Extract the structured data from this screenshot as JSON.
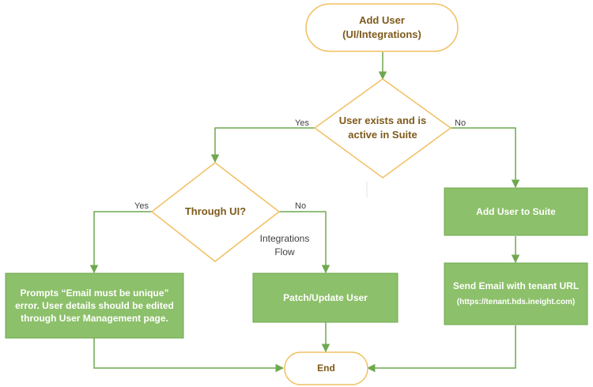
{
  "flowchart": {
    "start": {
      "line1": "Add User",
      "line2": "(UI/Integrations)"
    },
    "decision_exists": {
      "line1": "User exists and is",
      "line2": "active in Suite"
    },
    "label_yes_exists": "Yes",
    "label_no_exists": "No",
    "decision_ui": {
      "text": "Through UI?"
    },
    "label_yes_ui": "Yes",
    "label_no_ui": "No",
    "integrations_note": {
      "line1": "Integrations",
      "line2": "Flow"
    },
    "add_user_suite": "Add User to Suite",
    "send_email": {
      "line1": "Send Email with tenant URL",
      "line2": "(https://tenant.hds.ineight.com)"
    },
    "error_box": {
      "line1": "Prompts “Email must be unique”",
      "line2": "error. User details should be edited",
      "line3": "through User Management page."
    },
    "patch_user": "Patch/Update User",
    "end": "End"
  },
  "colors": {
    "terminal_border": "#f0c060",
    "decision_border": "#f0c060",
    "process_fill": "#8cc06a",
    "process_border": "#6fa84f",
    "arrow": "#6fa84f",
    "dark_text": "#7f5a1a"
  }
}
